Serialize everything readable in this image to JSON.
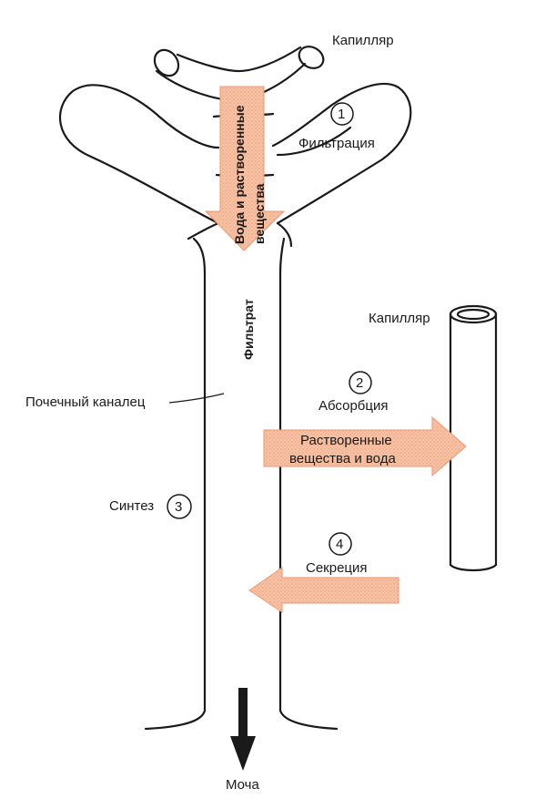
{
  "labels": {
    "capillary_top": "Капилляр",
    "filtration_number": "1",
    "filtration": "Фильтрация",
    "arrow_down_line1": "Вода  и  растворенные",
    "arrow_down_line2": "вещества",
    "filtrate": "Фильтрат",
    "capillary_right": "Капилляр",
    "absorption_number": "2",
    "absorption": "Абсорбция",
    "absorption_arrow_line1": "Растворенные",
    "absorption_arrow_line2": "вещества и вода",
    "tubule": "Почечный каналец",
    "synthesis": "Синтез",
    "synthesis_number": "3",
    "secretion_number": "4",
    "secretion": "Секреция",
    "urine": "Моча"
  },
  "colors": {
    "arrow_fill": "#f6b896",
    "arrow_stroke": "#ec9a72",
    "line": "#1a1a1a"
  }
}
